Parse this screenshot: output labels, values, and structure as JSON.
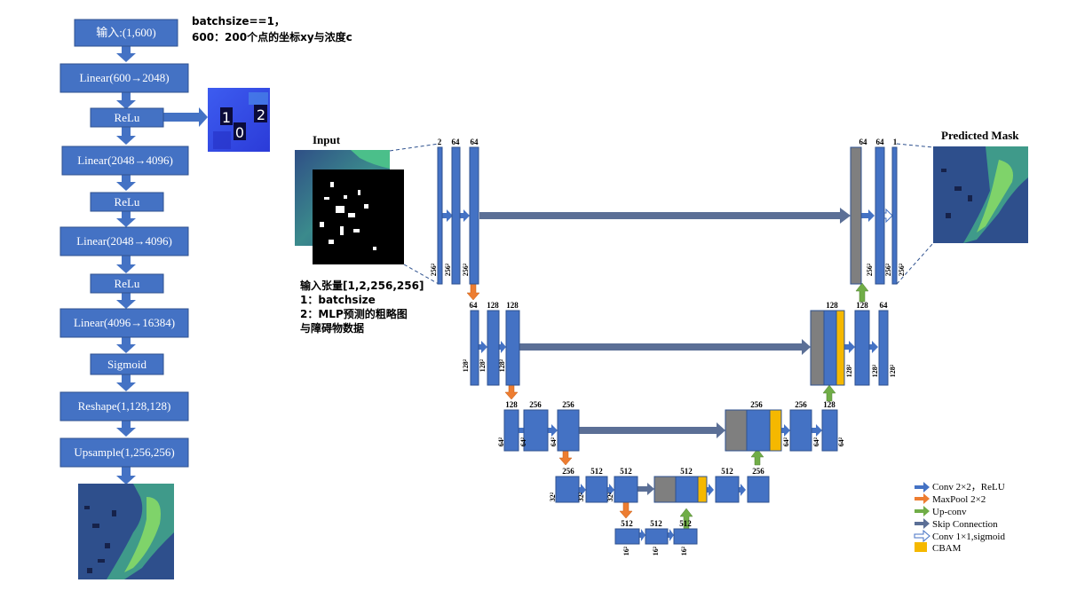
{
  "colors": {
    "box": "#4472C4",
    "box_stroke": "#2F528F",
    "gray": "#7F7F7F",
    "gold": "#F5B800",
    "down": "#ED7D31",
    "up": "#70AD47",
    "skip": "#5B6F96",
    "dash": "#2F528F"
  },
  "pipeline": {
    "input": "输入:(1,600)",
    "linear1": "Linear(600→2048)",
    "relu1": "ReLu",
    "linear2": "Linear(2048→4096)",
    "relu2": "ReLu",
    "linear3": "Linear(2048→4096)",
    "relu3": "ReLu",
    "linear4": "Linear(4096→16384)",
    "sigmoid": "Sigmoid",
    "reshape": "Reshape(1,128,128)",
    "upsample": "Upsample(1,256,256)"
  },
  "batch_note": {
    "line1": "batchsize==1，",
    "line2": "600：200个点的坐标xy与浓度c"
  },
  "thumb_digits": [
    "1",
    "0",
    "2"
  ],
  "input_label": "Input",
  "predicted_label": "Predicted Mask",
  "tensor_note": {
    "line1": "输入张量[1,2,256,256]",
    "line2": "1：batchsize",
    "line3": "2：MLP预测的粗略图",
    "line4": "与障碍物数据"
  },
  "unet": {
    "l1_ch": [
      "2",
      "64",
      "64"
    ],
    "l1_sz": [
      "256²",
      "256²",
      "256²"
    ],
    "l1r_ch": [
      "64",
      "64",
      "1"
    ],
    "l1r_sz": [
      "256²",
      "256²",
      "256²"
    ],
    "l2_ch": [
      "64",
      "128",
      "128"
    ],
    "l2_sz": [
      "128²",
      "128²",
      "128²"
    ],
    "l2r_ch": [
      "128",
      "128",
      "64"
    ],
    "l2r_sz": [
      "128²",
      "128²",
      "128²"
    ],
    "l3_ch": [
      "128",
      "256",
      "256"
    ],
    "l3_sz": [
      "64²",
      "64²",
      "64²"
    ],
    "l3r_ch": [
      "256",
      "256",
      "128"
    ],
    "l3r_sz": [
      "64²",
      "64²",
      "64²"
    ],
    "l4_ch": [
      "256",
      "512",
      "512"
    ],
    "l4_sz": [
      "32²",
      "32²",
      "32²"
    ],
    "l4r_ch": [
      "512",
      "512",
      "256"
    ],
    "l5_ch": [
      "512",
      "512",
      "512"
    ],
    "l5_sz": [
      "16²",
      "16²",
      "16²"
    ]
  },
  "legend": {
    "conv": "Conv 2×2，ReLU",
    "maxpool": "MaxPool 2×2",
    "upconv": "Up-conv",
    "skip": "Skip  Connection",
    "conv1x1": "Conv 1×1,sigmoid",
    "cbam": "CBAM"
  }
}
